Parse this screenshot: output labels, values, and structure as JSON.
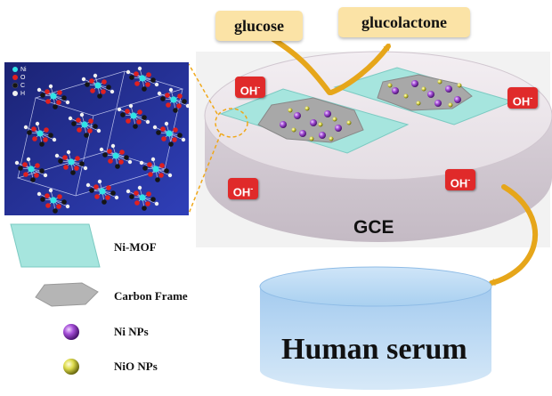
{
  "labels": {
    "glucose": "glucose",
    "glucolactone": "glucolactone",
    "gce": "GCE",
    "human_serum": "Human serum",
    "oh_base": "OH",
    "oh_sup": "-"
  },
  "legend": {
    "ni_mof": "Ni-MOF",
    "carbon_frame": "Carbon Frame",
    "ni_nps": "Ni NPs",
    "nio_nps": "NiO NPs"
  },
  "crystal_legend": {
    "ni": "Ni",
    "o": "O",
    "c": "C",
    "h": "H"
  },
  "colors": {
    "ni_mof": "#a6e5de",
    "carbon_frame": "#a8a8a8",
    "ni_np": "#9b3fd0",
    "nio_np": "#d6d84a",
    "oh_badge": "#e02a2a",
    "arrow": "#e6a61a",
    "box": "#fbe3a6",
    "serum": "#9fc7ec",
    "crystal_bg": "#1e2a8a"
  }
}
